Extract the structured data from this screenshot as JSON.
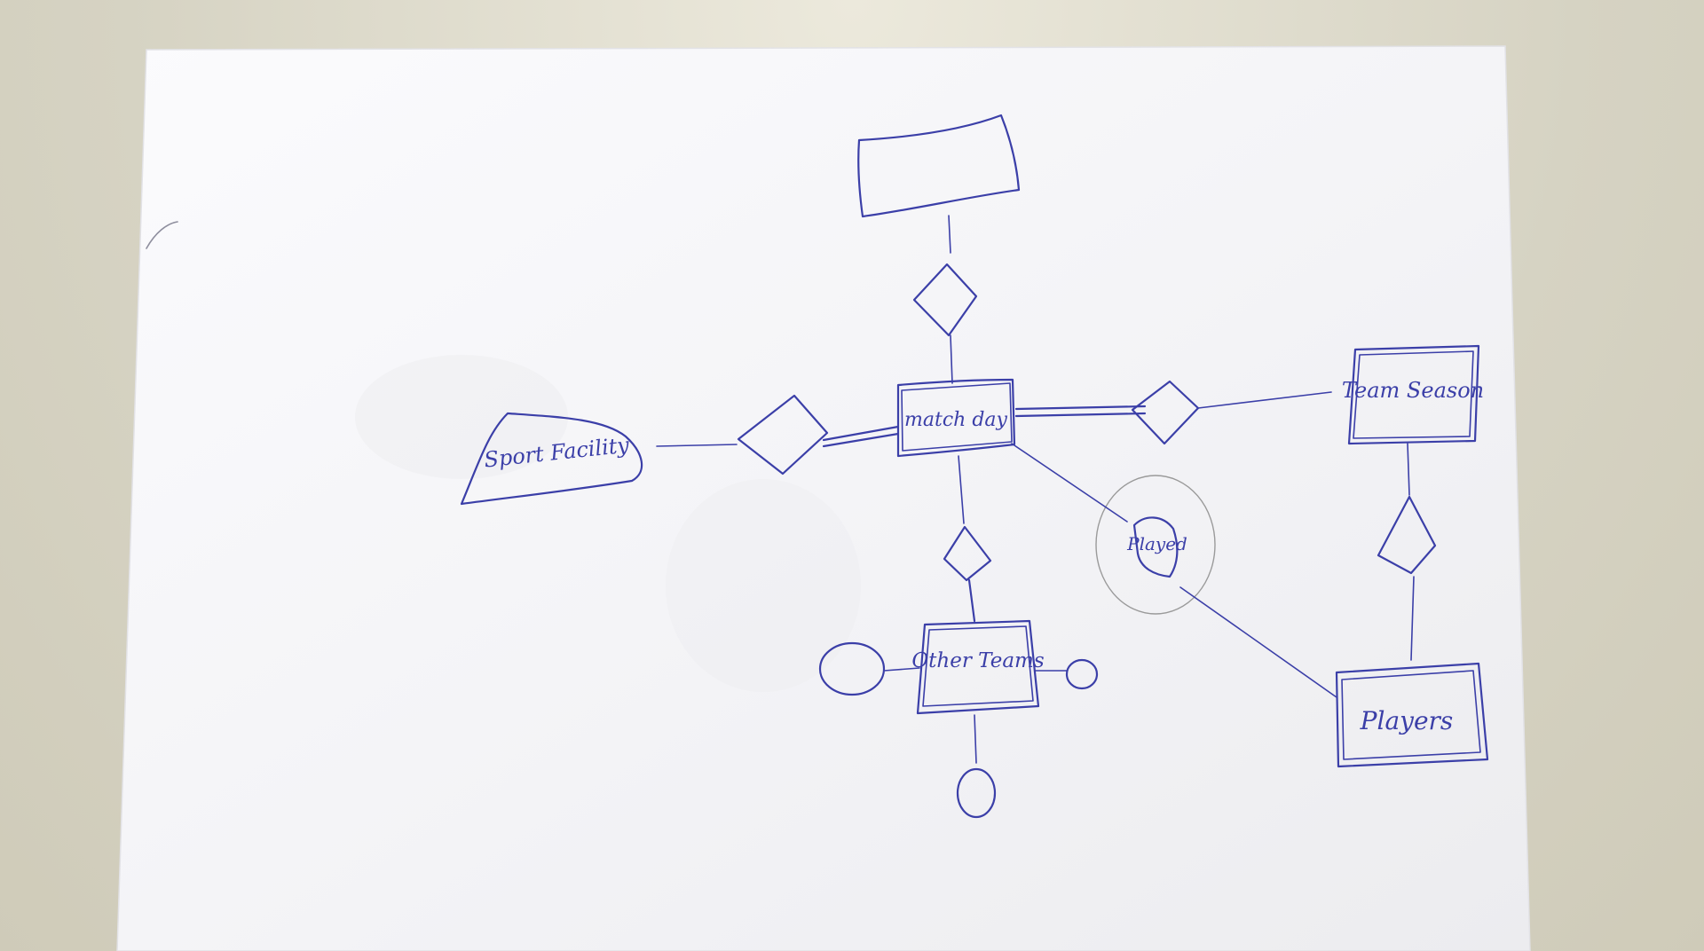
{
  "diagram": {
    "entities": {
      "sport_facility": "Sport Facility",
      "match_day": "match day",
      "team_season": "Team Season",
      "other_teams": "Other Teams",
      "players": "Players"
    },
    "relationships": {
      "played": "Played"
    },
    "ink_color": "#3b3fa8",
    "paper_color": "#ffffff"
  }
}
